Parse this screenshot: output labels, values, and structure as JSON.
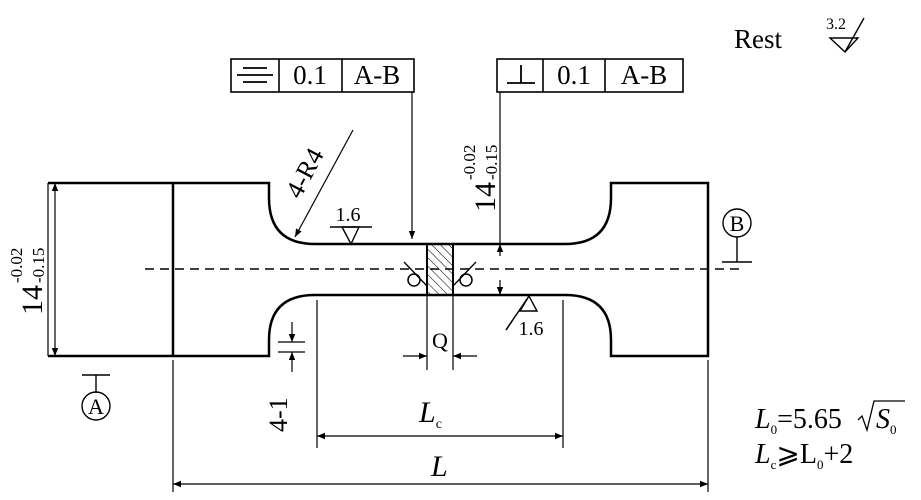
{
  "surface_roughness_rest": {
    "label": "Rest",
    "value": "3.2"
  },
  "feature_control_frames": [
    {
      "symbol": "⌯",
      "symbol_name": "symmetry",
      "tolerance": "0.1",
      "datum": "A-B"
    },
    {
      "symbol": "⊥",
      "symbol_name": "perpendicularity",
      "tolerance": "0.1",
      "datum": "A-B"
    }
  ],
  "dimensions": {
    "radius": "4-R4",
    "neck_width": {
      "base": "14",
      "upper": "-0.02",
      "lower": "-0.15"
    },
    "grip_width": {
      "base": "14",
      "upper": "-0.02",
      "lower": "-0.15"
    },
    "depth_marker": "4-1",
    "notch": "Q",
    "parallel_length": "L",
    "parallel_length_sub": "c",
    "total_length": "L"
  },
  "roughness_marks": [
    {
      "value": "1.6"
    },
    {
      "value": "1.6"
    }
  ],
  "datums": {
    "a": "A",
    "b": "B"
  },
  "formulas": [
    {
      "lhs": "L",
      "lhs_sub": "0",
      "text": "=5.65",
      "sqrt_var": "S",
      "sqrt_sub": "0"
    },
    {
      "lhs": "L",
      "lhs_sub": "c",
      "text": "⩾L",
      "text_sub": "0",
      "tail": "+2"
    }
  ]
}
